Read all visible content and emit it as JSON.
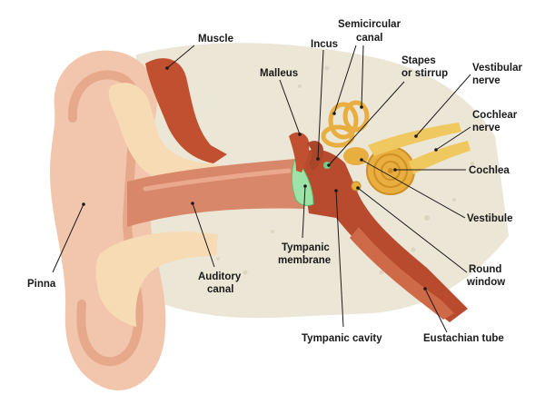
{
  "diagram": {
    "labels": {
      "muscle": "Muscle",
      "incus": "Incus",
      "semicircular_canal_line1": "Semicircular",
      "semicircular_canal_line2": "canal",
      "malleus": "Malleus",
      "stapes_line1": "Stapes",
      "stapes_line2": "or stirrup",
      "vestibular_nerve_line1": "Vestibular",
      "vestibular_nerve_line2": "nerve",
      "cochlear_nerve_line1": "Cochlear",
      "cochlear_nerve_line2": "nerve",
      "cochlea": "Cochlea",
      "vestibule": "Vestibule",
      "tympanic_membrane_line1": "Tympanic",
      "tympanic_membrane_line2": "membrane",
      "pinna": "Pinna",
      "auditory_canal_line1": "Auditory",
      "auditory_canal_line2": "canal",
      "round_window_line1": "Round",
      "round_window_line2": "window",
      "tympanic_cavity": "Tympanic cavity",
      "eustachian_tube": "Eustachian tube"
    },
    "colors": {
      "skin": "#f2c6ad",
      "skin_dark": "#e7a98c",
      "cartilage": "#f6dbb4",
      "bone": "#ece6d6",
      "muscle": "#c0502f",
      "canal": "#d9876a",
      "membrane": "#9de3a7",
      "cochlea": "#e8ae3f",
      "nerve": "#f0c860"
    }
  }
}
